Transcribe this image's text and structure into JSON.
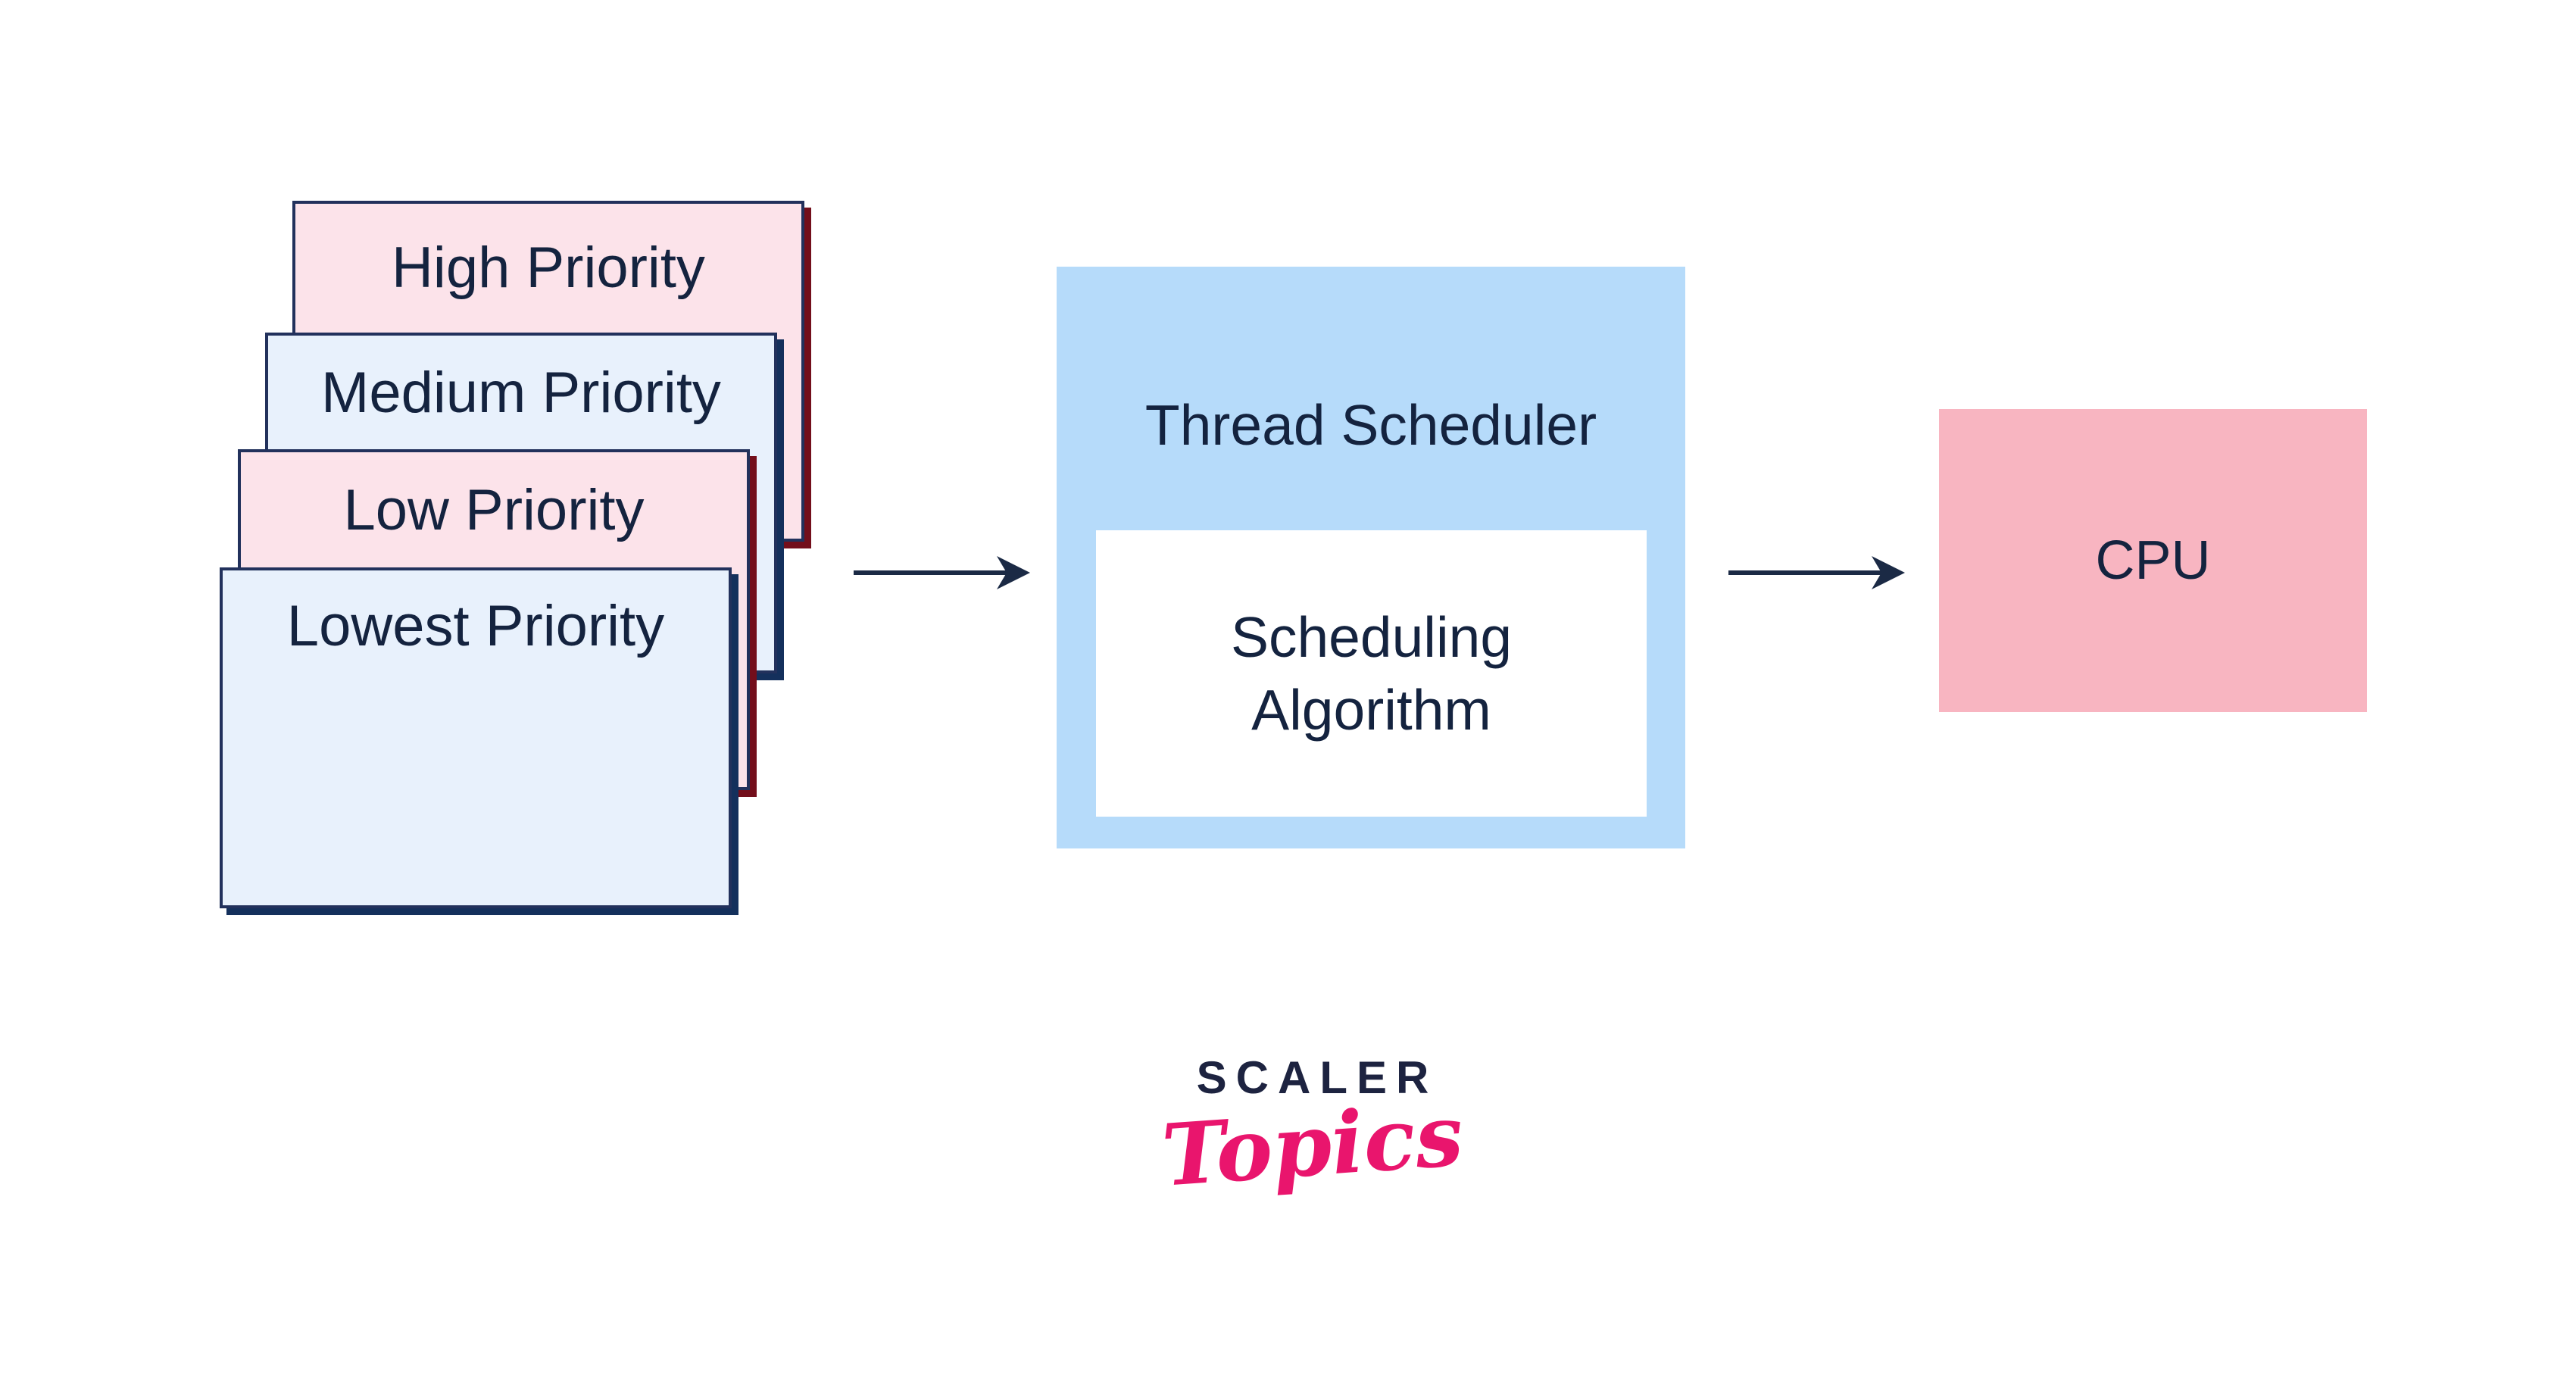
{
  "colors": {
    "canvas-bg": "#ffffff",
    "card-pink": "#fce3ea",
    "card-blue": "#e8f1fc",
    "card-border": "#22315c",
    "shadow-red": "#730e1b",
    "shadow-navy": "#14305c",
    "scheduler-fill": "#b6dbfa",
    "cpu-fill": "#f8b5c1",
    "text-navy": "#14233f",
    "arrow-navy": "#1b2a45",
    "logo-navy": "#1d2340",
    "logo-pink": "#e9156d"
  },
  "diagram": {
    "queue_cards": [
      {
        "label": "High Priority",
        "variant": "pink"
      },
      {
        "label": "Medium Priority",
        "variant": "blue"
      },
      {
        "label": "Low Priority",
        "variant": "pink"
      },
      {
        "label": "Lowest Priority",
        "variant": "blue"
      }
    ],
    "scheduler": {
      "title": "Thread Scheduler",
      "algorithm_label": "Scheduling Algorithm"
    },
    "cpu": {
      "label": "CPU"
    }
  },
  "logo": {
    "brand": "SCALER",
    "wordmark": "Topics"
  }
}
